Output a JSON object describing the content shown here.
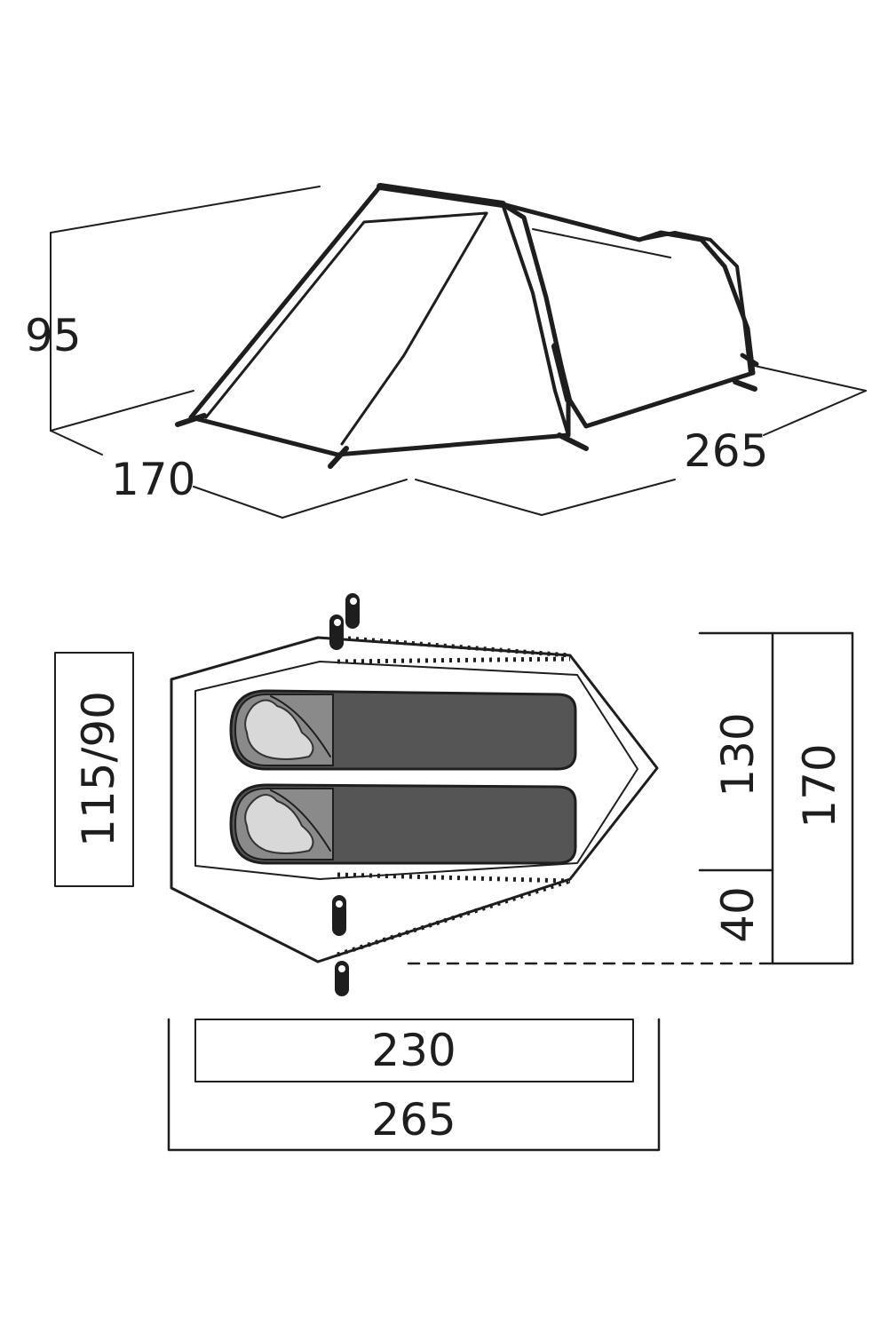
{
  "colors": {
    "line": "#1e1e1e",
    "tent_fill": "#ffffff",
    "bag_dark": "#555555",
    "bag_hood": "#8a8a8a",
    "bag_face": "#d8d8d8",
    "hatch": "#333333"
  },
  "elevation": {
    "height": "95",
    "depth": "170",
    "length": "265"
  },
  "floor_plan": {
    "inner_width": "115/90",
    "inner_section": "130",
    "vestibule_section": "40",
    "total_width": "170",
    "inner_length": "230",
    "total_length": "265"
  }
}
